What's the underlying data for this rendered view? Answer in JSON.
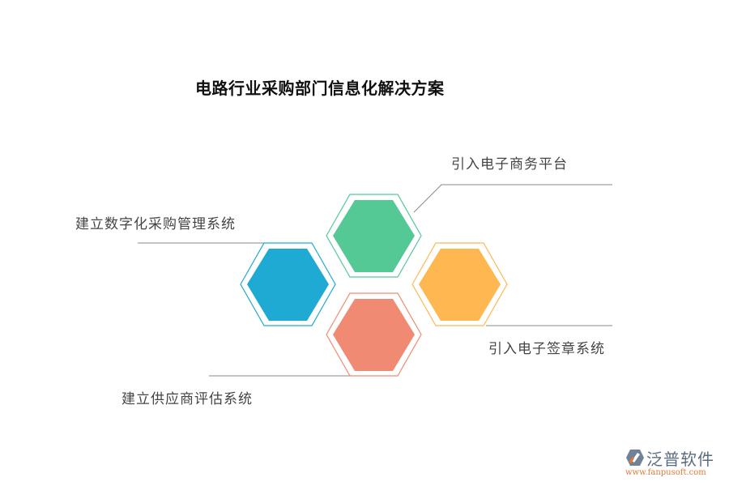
{
  "title": "电路行业采购部门信息化解决方案",
  "items": [
    {
      "label": "建立数字化采购管理系统",
      "color": "#1eaad3",
      "position": "left"
    },
    {
      "label": "引入电子商务平台",
      "color": "#54c995",
      "position": "top"
    },
    {
      "label": "引入电子签章系统",
      "color": "#ffb752",
      "position": "right"
    },
    {
      "label": "建立供应商评估系统",
      "color": "#f18a72",
      "position": "bottom"
    }
  ],
  "colors": {
    "connector_line": "#888888",
    "label_text": "#444444",
    "title_text": "#111111"
  },
  "logo": {
    "name": "泛普软件",
    "url": "www.fanpusoft.com",
    "icon": "fanpu-logo-icon"
  }
}
